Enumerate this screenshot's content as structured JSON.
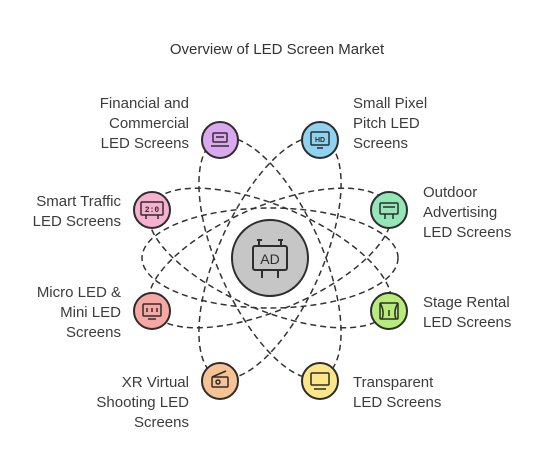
{
  "title": "Overview of LED Screen Market",
  "center": {
    "icon": "billboard-ad-icon",
    "text": "AD",
    "fill": "#c6c6c6"
  },
  "nodes": [
    {
      "id": "financial",
      "lines": [
        "Financial and",
        "Commercial",
        "LED Screens"
      ],
      "fill": "#d9a8ef",
      "icon": "cash-register-icon"
    },
    {
      "id": "small-pixel",
      "lines": [
        "Small Pixel",
        "Pitch LED",
        "Screens"
      ],
      "fill": "#8fd3f0",
      "icon": "hd-screen-icon",
      "icon_text": "HD"
    },
    {
      "id": "outdoor",
      "lines": [
        "Outdoor",
        "Advertising",
        "LED Screens"
      ],
      "fill": "#95e7b8",
      "icon": "billboard-icon"
    },
    {
      "id": "stage",
      "lines": [
        "Stage Rental",
        "LED Screens"
      ],
      "fill": "#b8ec7a",
      "icon": "stage-curtain-icon"
    },
    {
      "id": "transparent",
      "lines": [
        "Transparent",
        "LED Screens"
      ],
      "fill": "#fbe78a",
      "icon": "monitor-icon"
    },
    {
      "id": "xr",
      "lines": [
        "XR Virtual",
        "Shooting LED",
        "Screens"
      ],
      "fill": "#f7c394",
      "icon": "film-clapper-icon"
    },
    {
      "id": "micro",
      "lines": [
        "Micro LED &",
        "Mini LED",
        "Screens"
      ],
      "fill": "#f7a8a4",
      "icon": "led-panel-icon"
    },
    {
      "id": "traffic",
      "lines": [
        "Smart Traffic",
        "LED Screens"
      ],
      "fill": "#f7b0cf",
      "icon": "digital-sign-icon",
      "icon_text": "2:0"
    }
  ]
}
